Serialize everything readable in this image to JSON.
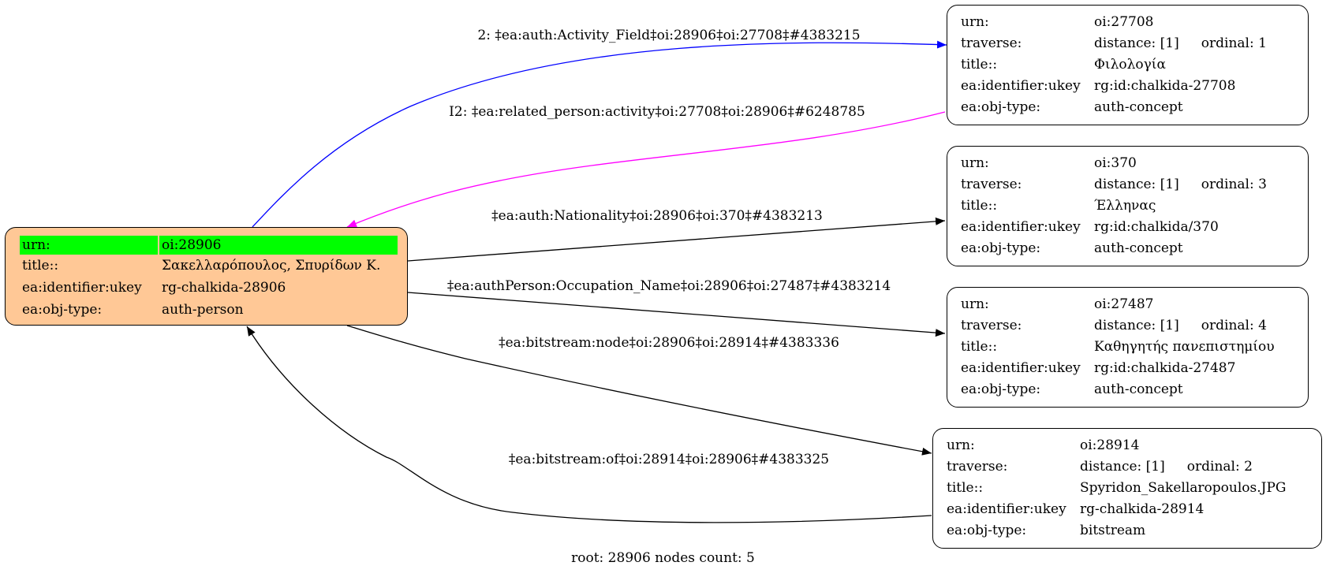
{
  "root": {
    "urn_key": "urn:",
    "urn": "oi:28906",
    "title_key": "title::",
    "title": "Σακελλαρόπουλος, Σπυρίδων Κ.",
    "ukey_key": "ea:identifier:ukey",
    "ukey": "rg-chalkida-28906",
    "type_key": "ea:obj-type:",
    "type": "auth-person",
    "fill": "#ffc896",
    "highlight": "#00ff00"
  },
  "nodes": [
    {
      "urn": "oi:27708",
      "distance": "distance: [1]",
      "ordinal": "ordinal: 1",
      "title": "Φιλολογία",
      "ukey": "rg:id:chalkida-27708",
      "type": "auth-concept"
    },
    {
      "urn": "oi:370",
      "distance": "distance: [1]",
      "ordinal": "ordinal: 3",
      "title": "Έλληνας",
      "ukey": "rg:id:chalkida/370",
      "type": "auth-concept"
    },
    {
      "urn": "oi:27487",
      "distance": "distance: [1]",
      "ordinal": "ordinal: 4",
      "title": "Καθηγητής πανεπιστημίου",
      "ukey": "rg:id:chalkida-27487",
      "type": "auth-concept"
    },
    {
      "urn": "oi:28914",
      "distance": "distance: [1]",
      "ordinal": "ordinal: 2",
      "title": "Spyridon_Sakellaropoulos.JPG",
      "ukey": "rg-chalkida-28914",
      "type": "bitstream"
    }
  ],
  "keys": {
    "urn": "urn:",
    "traverse": "traverse:",
    "title": "title::",
    "ukey": "ea:identifier:ukey",
    "type": "ea:obj-type:"
  },
  "edges": [
    {
      "label": "2: ‡ea:auth:Activity_Field‡oi:28906‡oi:27708‡#4383215",
      "color": "#0000ff"
    },
    {
      "label": "I2: ‡ea:related_person:activity‡oi:27708‡oi:28906‡#6248785",
      "color": "#ff00ff"
    },
    {
      "label": "‡ea:auth:Nationality‡oi:28906‡oi:370‡#4383213",
      "color": "#000000"
    },
    {
      "label": "‡ea:authPerson:Occupation_Name‡oi:28906‡oi:27487‡#4383214",
      "color": "#000000"
    },
    {
      "label": "‡ea:bitstream:node‡oi:28906‡oi:28914‡#4383336",
      "color": "#000000"
    },
    {
      "label": "‡ea:bitstream:of‡oi:28914‡oi:28906‡#4383325",
      "color": "#000000"
    }
  ],
  "footer": "root: 28906 nodes count: 5"
}
